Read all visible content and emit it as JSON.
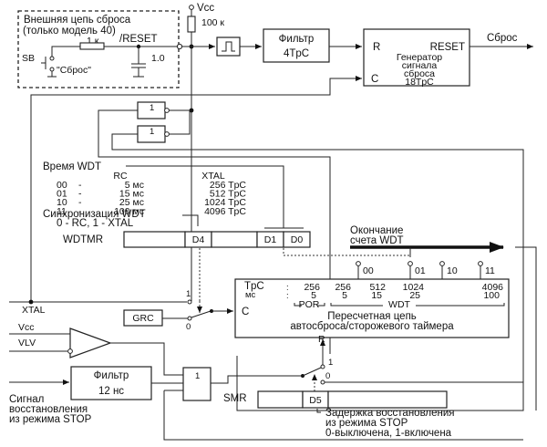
{
  "external_reset": {
    "title_line1": "Внешняя цепь сброса",
    "title_line2": "(только модель 40)",
    "resistor": "1 к",
    "pin": "/RESET",
    "button": "SB",
    "button_label": "\"Сброс\"",
    "capacitor": "1.0"
  },
  "supply": {
    "vcc": "Vcc",
    "pullup": "100 к"
  },
  "filter_top": {
    "title": "Фильтр",
    "value": "4TpC"
  },
  "reset_gen": {
    "in_r": "R",
    "out": "RESET",
    "in_c": "C",
    "line1": "Генератор",
    "line2": "сигнала",
    "line3": "сброса",
    "line4": "18TpC",
    "output_label": "Сброс"
  },
  "gates": {
    "inv1": "1",
    "inv2": "1",
    "or": "1"
  },
  "wdt_time": {
    "title": "Время WDT",
    "col_rc": "RC",
    "col_xtal": "XTAL",
    "rows": [
      {
        "code": "00",
        "rc": "5 мс",
        "xtal": "256 TpC"
      },
      {
        "code": "01",
        "rc": "15 мс",
        "xtal": "512 TpC"
      },
      {
        "code": "10",
        "rc": "25 мс",
        "xtal": "1024 TpC"
      },
      {
        "code": "11",
        "rc": "100 мс",
        "xtal": "4096 TpC"
      }
    ],
    "sync_title": "Синхронизация WDT",
    "sync_desc": "0 - RC, 1 - XTAL"
  },
  "wdtmr": {
    "name": "WDTMR",
    "bits": [
      "",
      "D4",
      "",
      "D1",
      "D0"
    ]
  },
  "wdt_end": {
    "line1": "Окончание",
    "line2": "счета WDT"
  },
  "taps": [
    "00",
    "01",
    "10",
    "11"
  ],
  "counter": {
    "row_tpc_label": "TpC",
    "row_ms_label": "мс",
    "tpc_values": [
      "256",
      "256",
      "512",
      "1024",
      "4096"
    ],
    "ms_values": [
      "5",
      "5",
      "15",
      "25",
      "100"
    ],
    "por": "POR",
    "wdt": "WDT",
    "title1": "Пересчетная цепь",
    "title2": "автосброса/сторожевого таймера",
    "in_c": "C",
    "in_r": "R"
  },
  "clock_mux": {
    "xtal": "XTAL",
    "one": "1",
    "zero": "0",
    "grc": "GRC"
  },
  "comparator": {
    "vcc": "Vcc",
    "vlv": "VLV"
  },
  "filter_bottom": {
    "title": "Фильтр",
    "value": "12 нс"
  },
  "stop_signal": {
    "line1": "Сигнал",
    "line2": "восстановления",
    "line3": "из режима STOP"
  },
  "smr": {
    "name": "SMR",
    "bits": [
      "",
      "D5",
      ""
    ],
    "switch_one": "1",
    "switch_zero": "0",
    "note1": "Задержка восстановления",
    "note2": "из режима STOP",
    "note3": "0-выключена, 1-включена"
  }
}
